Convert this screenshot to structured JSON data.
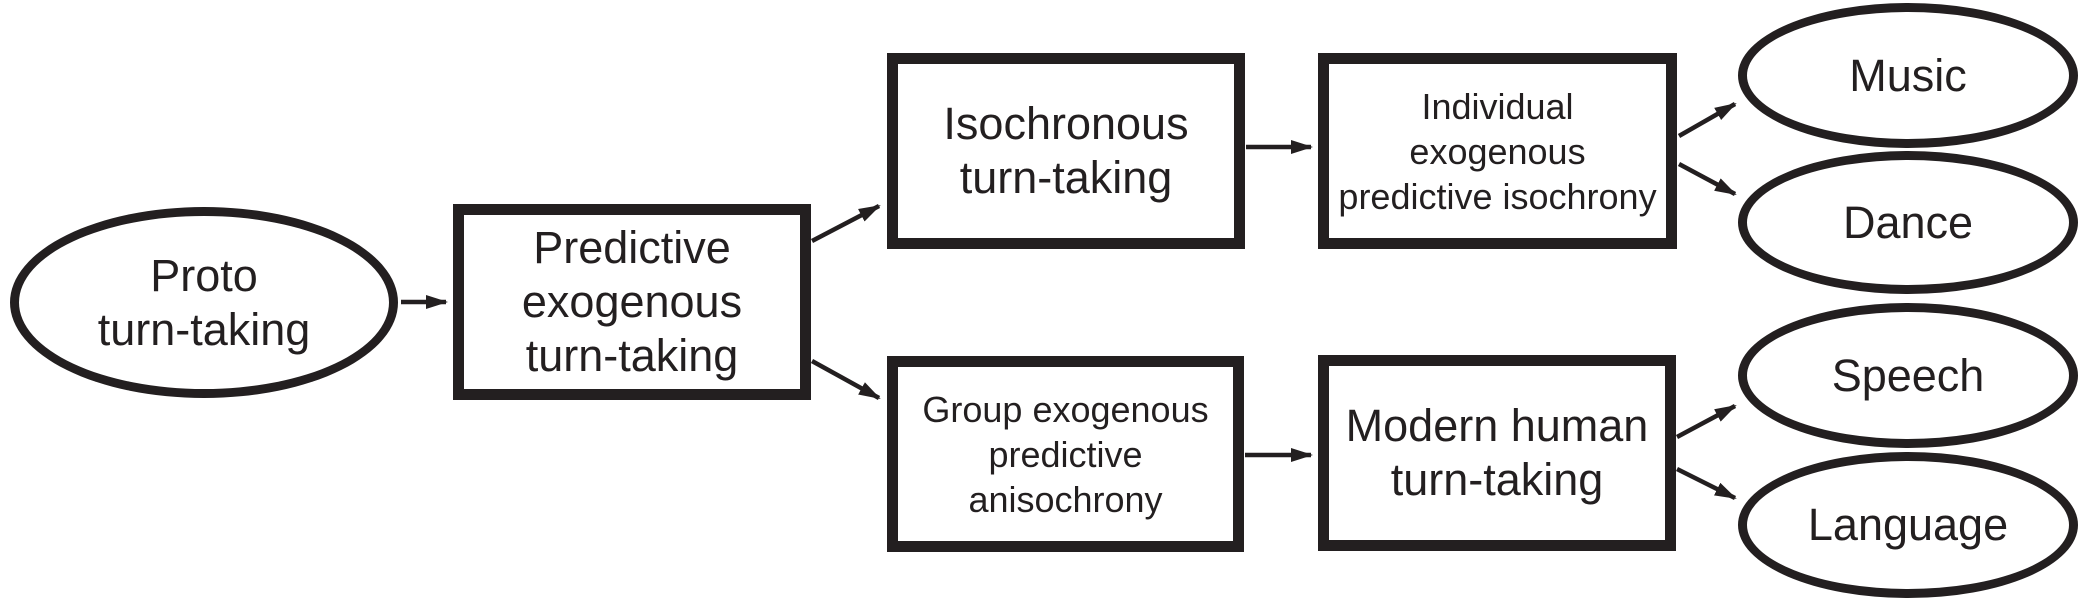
{
  "figure": {
    "background_color": "#ffffff",
    "stroke_color": "#231f20",
    "nodes": {
      "proto": {
        "shape": "ellipse",
        "lines": [
          "Proto",
          "turn-taking"
        ]
      },
      "predictive": {
        "shape": "rect",
        "lines": [
          "Predictive",
          "exogenous",
          "turn-taking"
        ]
      },
      "isochronous": {
        "shape": "rect",
        "lines": [
          "Isochronous",
          "turn-taking"
        ]
      },
      "individual": {
        "shape": "rect",
        "lines": [
          "Individual",
          "exogenous",
          "predictive isochrony"
        ]
      },
      "group": {
        "shape": "rect",
        "lines": [
          "Group exogenous",
          "predictive",
          "anisochrony"
        ]
      },
      "modern": {
        "shape": "rect",
        "lines": [
          "Modern human",
          "turn-taking"
        ]
      },
      "music": {
        "shape": "ellipse",
        "lines": [
          "Music"
        ]
      },
      "dance": {
        "shape": "ellipse",
        "lines": [
          "Dance"
        ]
      },
      "speech": {
        "shape": "ellipse",
        "lines": [
          "Speech"
        ]
      },
      "language": {
        "shape": "ellipse",
        "lines": [
          "Language"
        ]
      }
    },
    "edges": [
      {
        "from": "Proto turn-taking",
        "to": "Predictive exogenous turn-taking"
      },
      {
        "from": "Predictive exogenous turn-taking",
        "to": "Isochronous turn-taking"
      },
      {
        "from": "Predictive exogenous turn-taking",
        "to": "Group exogenous predictive anisochrony"
      },
      {
        "from": "Isochronous turn-taking",
        "to": "Individual exogenous predictive isochrony"
      },
      {
        "from": "Group exogenous predictive anisochrony",
        "to": "Modern human turn-taking"
      },
      {
        "from": "Individual exogenous predictive isochrony",
        "to": "Music"
      },
      {
        "from": "Individual exogenous predictive isochrony",
        "to": "Dance"
      },
      {
        "from": "Modern human turn-taking",
        "to": "Speech"
      },
      {
        "from": "Modern human turn-taking",
        "to": "Language"
      }
    ]
  }
}
